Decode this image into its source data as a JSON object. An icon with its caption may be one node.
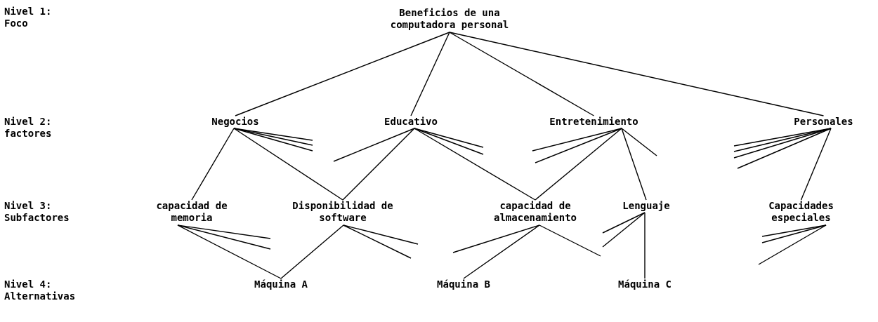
{
  "diagram": {
    "nodes": [
      {
        "text": [
          "Beneficios de una computadora personal"
        ]
      },
      {
        "text": [
          "Negocios"
        ]
      },
      {
        "text": [
          "Educativo"
        ]
      },
      {
        "text": [
          "Entretenimiento"
        ]
      },
      {
        "text": [
          "Personales"
        ]
      },
      {
        "text": [
          "capacidad de memoria"
        ]
      },
      {
        "text": [
          "Disponibilidad de software"
        ]
      },
      {
        "text": [
          "capacidad de almacenamiento"
        ]
      },
      {
        "text": [
          "Lenguaje"
        ]
      },
      {
        "text": [
          "Capacidades especiales"
        ]
      },
      {
        "text": [
          "Máquina A"
        ]
      },
      {
        "text": [
          "Máquina B"
        ]
      },
      {
        "text": [
          "Máquina C"
        ]
      }
    ],
    "edges": [
      {
        "from": 0,
        "to": 1,
        "arrow": "none"
      },
      {
        "from": 0,
        "to": 2,
        "arrow": "none"
      },
      {
        "from": 0,
        "to": 3,
        "arrow": "none"
      },
      {
        "from": 0,
        "to": 4,
        "arrow": "none"
      },
      {
        "from": 1,
        "to": 5,
        "arrow": "none"
      },
      {
        "from": 1,
        "to": 6,
        "arrow": "none"
      },
      {
        "from": 1,
        "to": null,
        "arrow": "none"
      },
      {
        "from": 1,
        "to": null,
        "arrow": "none"
      },
      {
        "from": 1,
        "to": null,
        "arrow": "none"
      },
      {
        "from": 2,
        "to": null,
        "arrow": "none"
      },
      {
        "from": 2,
        "to": 6,
        "arrow": "none"
      },
      {
        "from": 2,
        "to": 7,
        "arrow": "none"
      },
      {
        "from": 2,
        "to": null,
        "arrow": "none"
      },
      {
        "from": 2,
        "to": null,
        "arrow": "none"
      },
      {
        "from": 3,
        "to": null,
        "arrow": "none"
      },
      {
        "from": 3,
        "to": null,
        "arrow": "none"
      },
      {
        "from": 3,
        "to": 7,
        "arrow": "none"
      },
      {
        "from": 3,
        "to": 8,
        "arrow": "none"
      },
      {
        "from": 3,
        "to": null,
        "arrow": "none"
      },
      {
        "from": 4,
        "to": null,
        "arrow": "none"
      },
      {
        "from": 4,
        "to": null,
        "arrow": "none"
      },
      {
        "from": 4,
        "to": null,
        "arrow": "none"
      },
      {
        "from": 4,
        "to": null,
        "arrow": "none"
      },
      {
        "from": 4,
        "to": 9,
        "arrow": "none"
      },
      {
        "from": 5,
        "to": null,
        "arrow": "none"
      },
      {
        "from": 5,
        "to": null,
        "arrow": "none"
      },
      {
        "from": 5,
        "to": 10,
        "arrow": "none"
      },
      {
        "from": 6,
        "to": 10,
        "arrow": "none"
      },
      {
        "from": 6,
        "to": null,
        "arrow": "none"
      },
      {
        "from": 6,
        "to": null,
        "arrow": "none"
      },
      {
        "from": 7,
        "to": null,
        "arrow": "none"
      },
      {
        "from": 7,
        "to": 11,
        "arrow": "none"
      },
      {
        "from": 7,
        "to": null,
        "arrow": "none"
      },
      {
        "from": 8,
        "to": null,
        "arrow": "none"
      },
      {
        "from": 8,
        "to": null,
        "arrow": "none"
      },
      {
        "from": 8,
        "to": 12,
        "arrow": "none"
      },
      {
        "from": 9,
        "to": null,
        "arrow": "none"
      },
      {
        "from": 9,
        "to": null,
        "arrow": "none"
      },
      {
        "from": 9,
        "to": null,
        "arrow": "none"
      }
    ],
    "labels": [
      "Nivel 1: Foco",
      "Nivel 2: factores",
      "Nivel 3: Subfactores",
      "Nivel 4: Alternativas"
    ]
  }
}
